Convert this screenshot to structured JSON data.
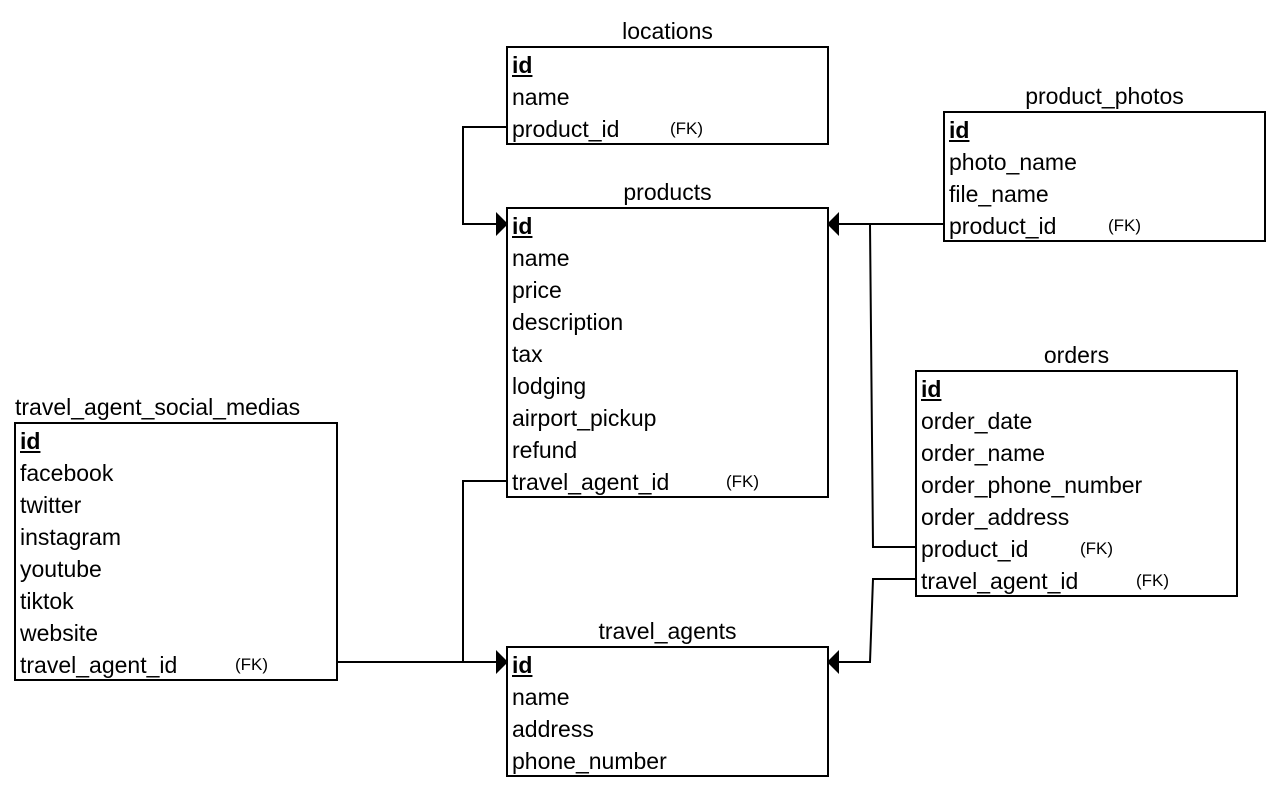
{
  "tables": {
    "locations": {
      "title": "locations",
      "fields": [
        "id",
        "name",
        "product_id"
      ],
      "fk": "(FK)"
    },
    "products": {
      "title": "products",
      "fields": [
        "id",
        "name",
        "price",
        "description",
        "tax",
        "lodging",
        "airport_pickup",
        "refund",
        "travel_agent_id"
      ],
      "fk": "(FK)"
    },
    "product_photos": {
      "title": "product_photos",
      "fields": [
        "id",
        "photo_name",
        "file_name",
        "product_id"
      ],
      "fk": "(FK)"
    },
    "orders": {
      "title": "orders",
      "fields": [
        "id",
        "order_date",
        "order_name",
        "order_phone_number",
        "order_address",
        "product_id",
        "travel_agent_id"
      ],
      "fk_product": "(FK)",
      "fk_travel_agent": "(FK)"
    },
    "travel_agent_social_medias": {
      "title": "travel_agent_social_medias",
      "fields": [
        "id",
        "facebook",
        "twitter",
        "instagram",
        "youtube",
        "tiktok",
        "website",
        "travel_agent_id"
      ],
      "fk": "(FK)"
    },
    "travel_agents": {
      "title": "travel_agents",
      "fields": [
        "id",
        "name",
        "address",
        "phone_number"
      ]
    }
  },
  "relationships": [
    {
      "from": "locations.product_id",
      "to": "products.id"
    },
    {
      "from": "product_photos.product_id",
      "to": "products.id"
    },
    {
      "from": "orders.product_id",
      "to": "products.id"
    },
    {
      "from": "products.travel_agent_id",
      "to": "travel_agents.id"
    },
    {
      "from": "travel_agent_social_medias.travel_agent_id",
      "to": "travel_agents.id"
    },
    {
      "from": "orders.travel_agent_id",
      "to": "travel_agents.id"
    }
  ]
}
